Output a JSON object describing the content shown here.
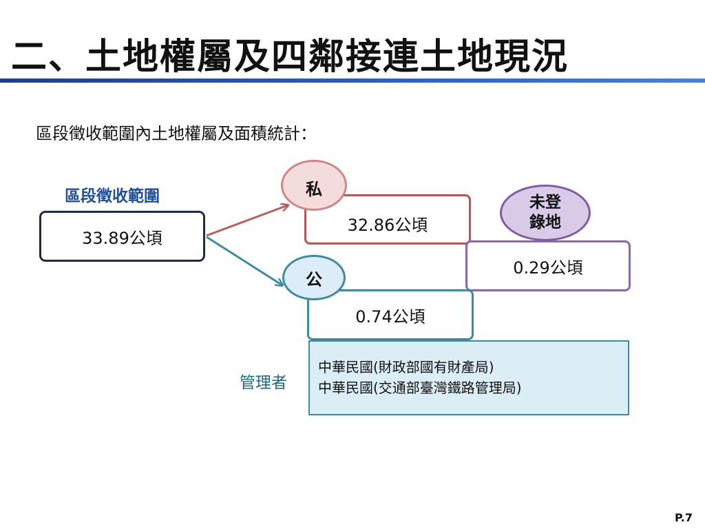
{
  "page": {
    "title": "二、土地權屬及四鄰接連土地現況",
    "subtitle": "區段徵收範圍內土地權屬及面積統計：",
    "page_number": "P.7"
  },
  "diagram": {
    "total": {
      "label": "區段徵收範圍",
      "area": "33.89公頃"
    },
    "private": {
      "label": "私",
      "area": "32.86公頃"
    },
    "public": {
      "label": "公",
      "area": "0.74公頃"
    },
    "unregistered": {
      "label_line1": "未登",
      "label_line2": "錄地",
      "area": "0.29公頃"
    },
    "manager": {
      "label": "管理者",
      "lines": [
        "中華民國(財政部國有財產局)",
        "中華民國(交通部臺灣鐵路管理局)"
      ]
    }
  },
  "colors": {
    "title_bar": "#2d62c6",
    "private_border": "#b85656",
    "public_border": "#3e8aa1",
    "unregistered_border": "#8c67ad",
    "total_border": "#1b2a52"
  }
}
